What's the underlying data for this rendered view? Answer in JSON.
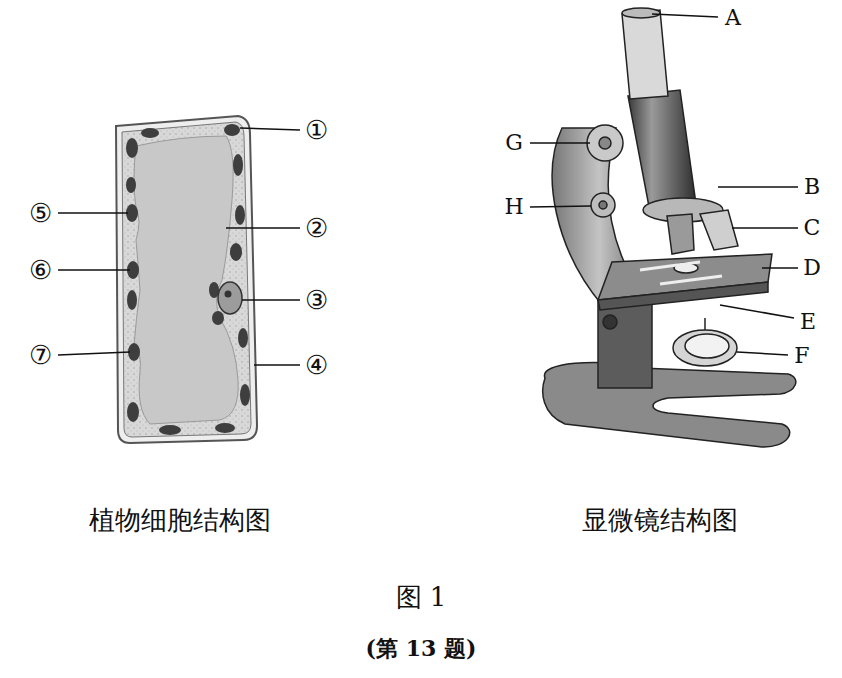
{
  "diagram": {
    "caption": "图 1",
    "labels": [
      "①",
      "②",
      "③",
      "④",
      "⑤",
      "⑥",
      "⑦",
      "A",
      "B",
      "C",
      "D",
      "E",
      "F",
      "G",
      "H",
      "植物细胞结构图",
      "显微镜结构图",
      "(第 13 题)"
    ]
  }
}
